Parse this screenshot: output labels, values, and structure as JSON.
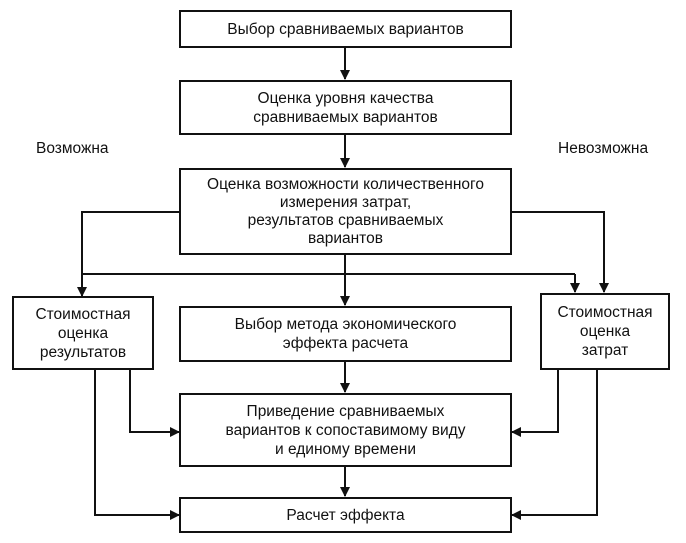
{
  "boxes": {
    "select_variants": "Выбор сравниваемых вариантов",
    "quality_assessment": "Оценка уровня качества\nсравниваемых вариантов",
    "quantitative_assessment": "Оценка возможности количественного\nизмерения затрат,\nрезультатов сравниваемых\nвариантов",
    "cost_results": "Стоимостная\nоценка\nрезультатов",
    "method_selection": "Выбор метода экономического\nэффекта расчета",
    "cost_expenses": "Стоимостная\nоценка\nзатрат",
    "bring_to_comparable": "Приведение сравниваемых\nвариантов к сопоставимому виду\nи единому времени",
    "calc_effect": "Расчет эффекта"
  },
  "labels": {
    "possible": "Возможна",
    "impossible": "Невозможна"
  }
}
